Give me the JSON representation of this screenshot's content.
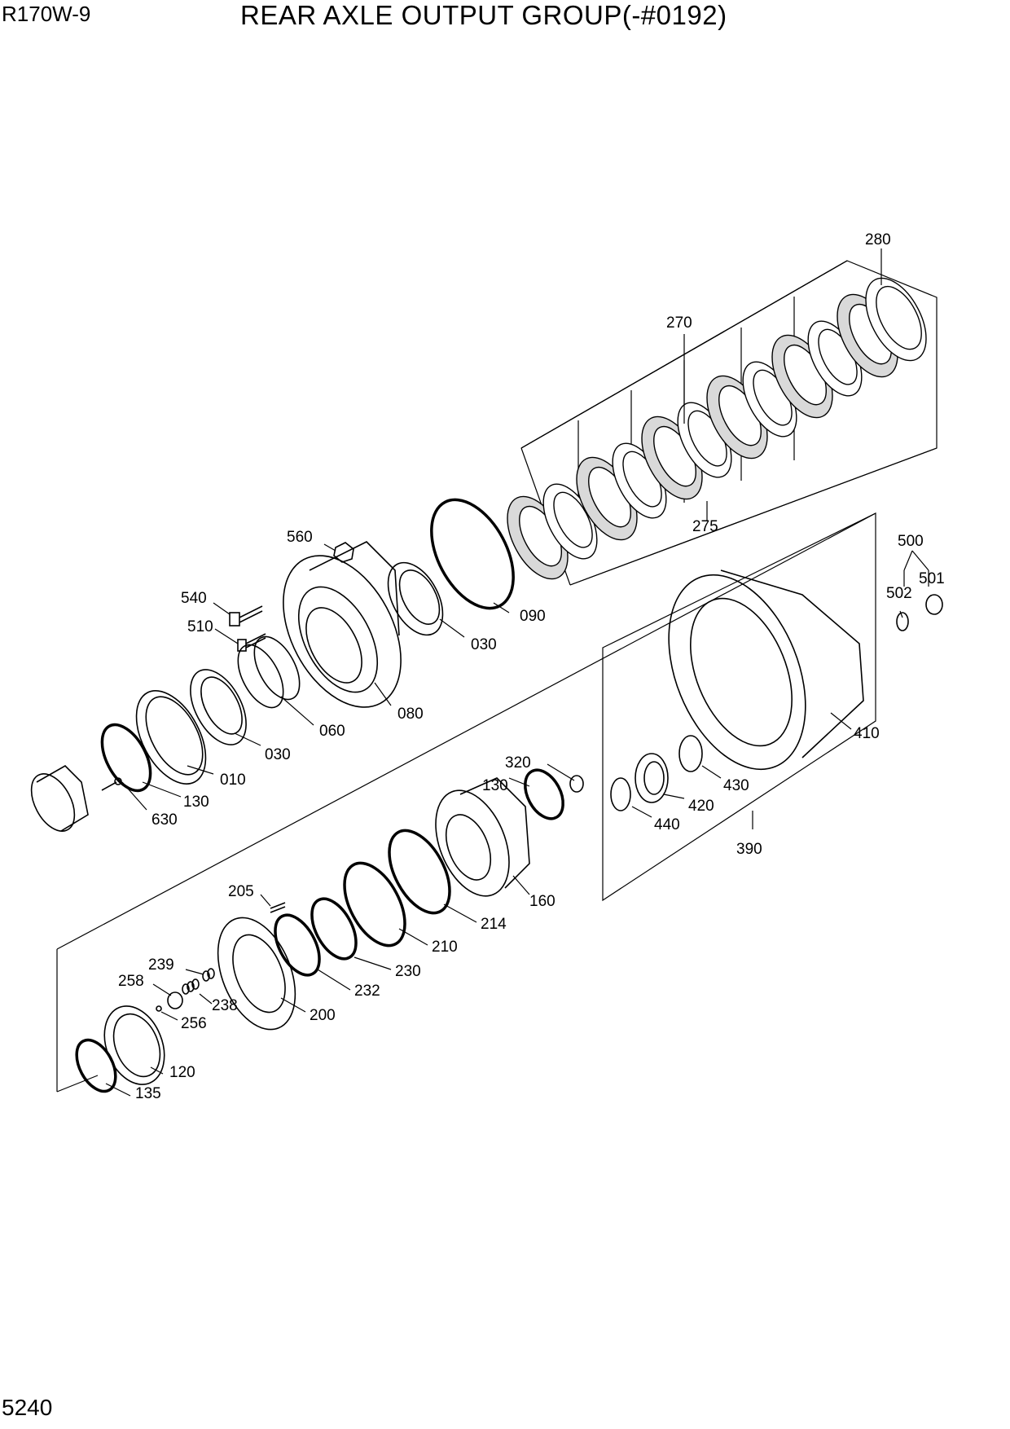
{
  "header": {
    "model": "R170W-9",
    "title": "REAR AXLE OUTPUT GROUP(-#0192)",
    "page_number": "5240"
  },
  "callouts": [
    {
      "id": "280",
      "label": "280"
    },
    {
      "id": "270",
      "label": "270"
    },
    {
      "id": "275",
      "label": "275"
    },
    {
      "id": "560",
      "label": "560"
    },
    {
      "id": "540",
      "label": "540"
    },
    {
      "id": "510",
      "label": "510"
    },
    {
      "id": "090",
      "label": "090"
    },
    {
      "id": "030a",
      "label": "030"
    },
    {
      "id": "080",
      "label": "080"
    },
    {
      "id": "060",
      "label": "060"
    },
    {
      "id": "030b",
      "label": "030"
    },
    {
      "id": "010",
      "label": "010"
    },
    {
      "id": "130a",
      "label": "130"
    },
    {
      "id": "630",
      "label": "630"
    },
    {
      "id": "500",
      "label": "500"
    },
    {
      "id": "501",
      "label": "501"
    },
    {
      "id": "502",
      "label": "502"
    },
    {
      "id": "410",
      "label": "410"
    },
    {
      "id": "430",
      "label": "430"
    },
    {
      "id": "420",
      "label": "420"
    },
    {
      "id": "440",
      "label": "440"
    },
    {
      "id": "390",
      "label": "390"
    },
    {
      "id": "320",
      "label": "320"
    },
    {
      "id": "130b",
      "label": "130"
    },
    {
      "id": "160",
      "label": "160"
    },
    {
      "id": "214",
      "label": "214"
    },
    {
      "id": "210",
      "label": "210"
    },
    {
      "id": "230",
      "label": "230"
    },
    {
      "id": "232",
      "label": "232"
    },
    {
      "id": "205",
      "label": "205"
    },
    {
      "id": "200",
      "label": "200"
    },
    {
      "id": "239",
      "label": "239"
    },
    {
      "id": "258",
      "label": "258"
    },
    {
      "id": "238",
      "label": "238"
    },
    {
      "id": "256",
      "label": "256"
    },
    {
      "id": "120",
      "label": "120"
    },
    {
      "id": "135",
      "label": "135"
    }
  ]
}
